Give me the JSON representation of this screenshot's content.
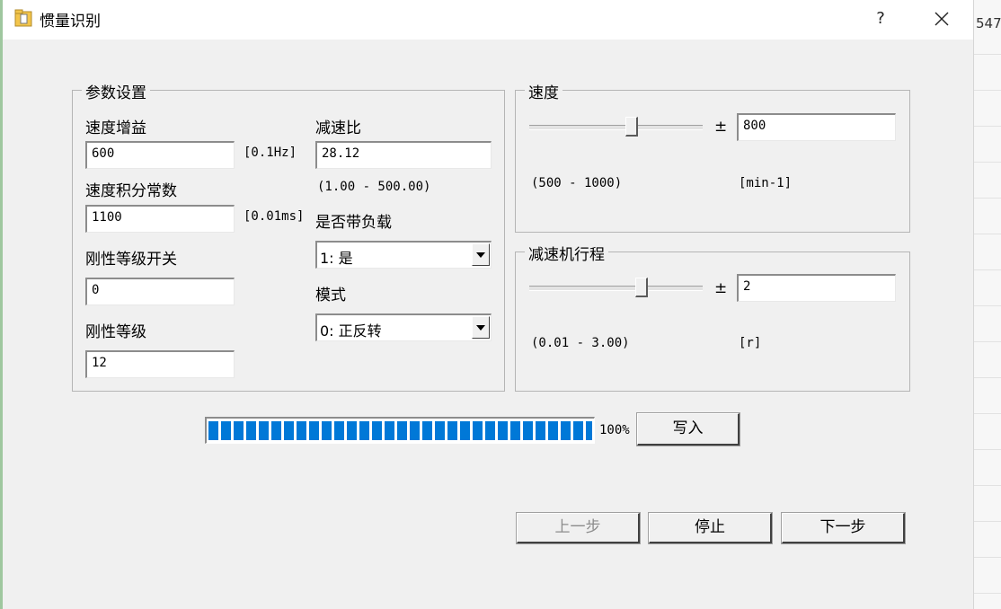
{
  "window": {
    "title": "惯量识别",
    "help_label": "?",
    "icons": {
      "app": "folder-app-icon",
      "close": "close-icon"
    }
  },
  "background": {
    "right_text": "547"
  },
  "params": {
    "group_title": "参数设置",
    "speed_gain": {
      "label": "速度增益",
      "value": "600",
      "unit": "[0.1Hz]"
    },
    "speed_integral": {
      "label": "速度积分常数",
      "value": "1100",
      "unit": "[0.01ms]"
    },
    "rigidity_switch": {
      "label": "刚性等级开关",
      "value": "0"
    },
    "rigidity_level": {
      "label": "刚性等级",
      "value": "12"
    },
    "reduction_ratio": {
      "label": "减速比",
      "value": "28.12",
      "range": "(1.00 - 500.00)"
    },
    "load": {
      "label": "是否带负载",
      "selected": "1: 是"
    },
    "mode": {
      "label": "模式",
      "selected": "0: 正反转"
    }
  },
  "speed": {
    "group_title": "速度",
    "pm": "±",
    "value": "800",
    "range": "(500 - 1000)",
    "unit": "[min-1]",
    "level": 0.6
  },
  "reducer_stroke": {
    "group_title": "减速机行程",
    "pm": "±",
    "value": "2",
    "range": "(0.01 - 3.00)",
    "unit": "[r]",
    "level": 0.66
  },
  "progress": {
    "percent_label": "100%",
    "percent": 100
  },
  "buttons": {
    "write": "写入",
    "prev": "上一步",
    "stop": "停止",
    "next": "下一步"
  },
  "colors": {
    "progress": "#0078d7",
    "dialog_bg": "#f0f0f0"
  }
}
